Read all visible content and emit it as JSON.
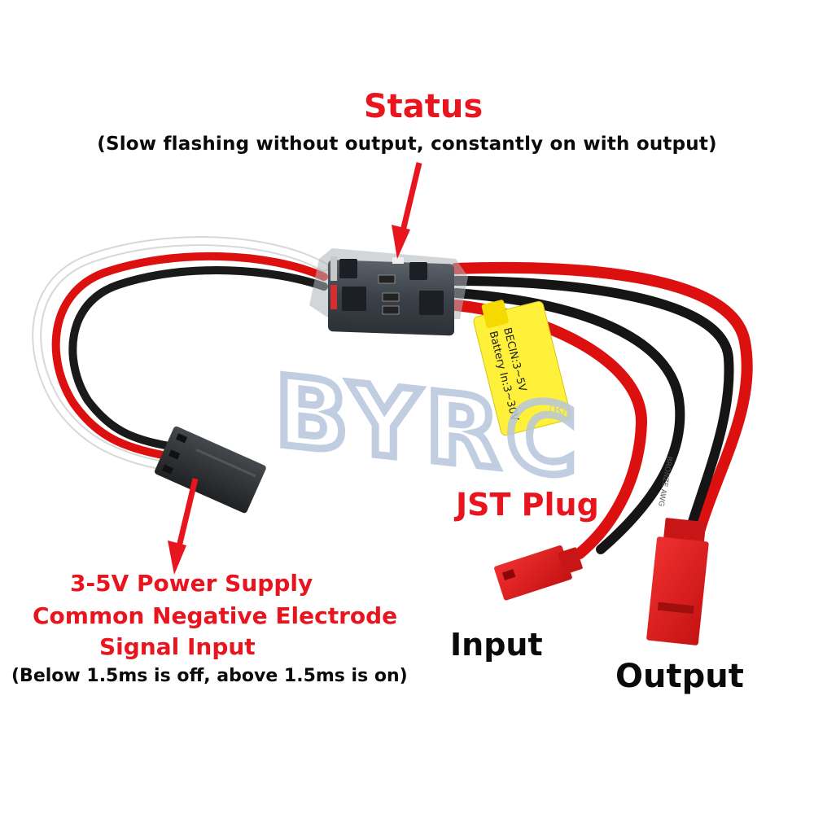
{
  "colors": {
    "annotation_red": "#e8141e",
    "label_black": "#0a0a0a",
    "watermark_blue": "#b7c6dd",
    "wire_red": "#dd1010",
    "connector_red": "#e01818",
    "pcb_dark": "#3b4148",
    "servo_plug": "#2e3033",
    "tag_yellow": "#fff03a"
  },
  "annotations": {
    "status_title": "Status",
    "status_desc": "(Slow flashing without output, constantly on with output)",
    "jst_plug": "JST Plug",
    "input": "Input",
    "output": "Output",
    "power_line1": "3-5V Power Supply",
    "power_line2": "Common Negative Electrode",
    "power_line3": "Signal Input",
    "power_line4": "(Below 1.5ms is off, above 1.5ms is on)"
  },
  "tag": {
    "line1": "BECIN:3~5V",
    "line2": "Battery In:3~30V"
  },
  "watermark": {
    "text": "BYRC",
    "mark": "®"
  },
  "wire_print": "BRONZE AWG"
}
